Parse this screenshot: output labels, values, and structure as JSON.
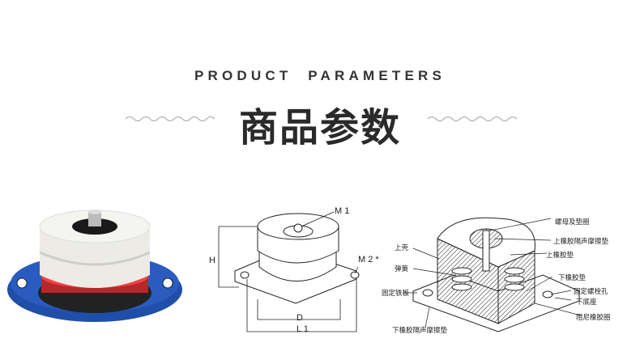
{
  "header": {
    "title_en": "PRODUCT  PARAMETERS",
    "title_cn": "商品参数"
  },
  "dimension_diagram": {
    "labels": {
      "m1": "M 1",
      "m2": "M 2 *",
      "h": "H",
      "d": "D",
      "l1": "L 1"
    }
  },
  "cutaway_diagram": {
    "labels": {
      "nut_washer": "螺母及垫圈",
      "upper_sound_pad": "上橡胶隔声摩擦垫",
      "upper_shell": "上壳",
      "upper_rubber_pad": "上橡胶垫",
      "spring": "弹簧",
      "lower_rubber_pad": "下橡胶垫",
      "fixing_plate": "固定铁板",
      "bolt_hole": "固定螺栓孔",
      "lower_base": "下底座",
      "damping_ring": "阻尼橡胶圈",
      "lower_sound_pad": "下橡胶隔声摩擦垫"
    }
  },
  "colors": {
    "base_blue": "#1f4fa8",
    "body_white": "#ecebe6",
    "rubber_red": "#b8262a",
    "text": "#333333"
  }
}
